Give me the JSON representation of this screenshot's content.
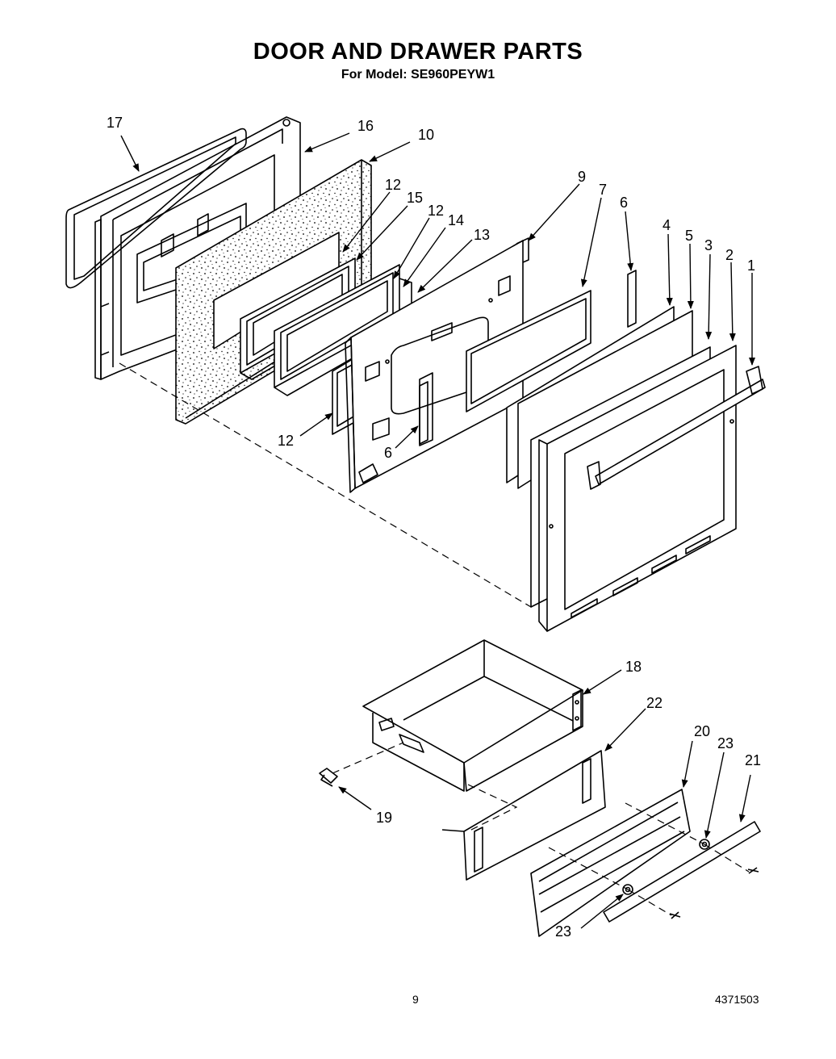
{
  "header": {
    "title": "DOOR AND DRAWER PARTS",
    "subtitle": "For Model: SE960PEYW1"
  },
  "callouts": {
    "c1": "1",
    "c2": "2",
    "c3": "3",
    "c4": "4",
    "c5": "5",
    "c6a": "6",
    "c6b": "6",
    "c7": "7",
    "c9": "9",
    "c10": "10",
    "c12a": "12",
    "c12b": "12",
    "c12c": "12",
    "c13": "13",
    "c14": "14",
    "c15": "15",
    "c16": "16",
    "c17": "17",
    "c18": "18",
    "c19": "19",
    "c20": "20",
    "c21": "21",
    "c22": "22",
    "c23a": "23",
    "c23b": "23"
  },
  "footer": {
    "page_number": "9",
    "document_number": "4371503"
  }
}
